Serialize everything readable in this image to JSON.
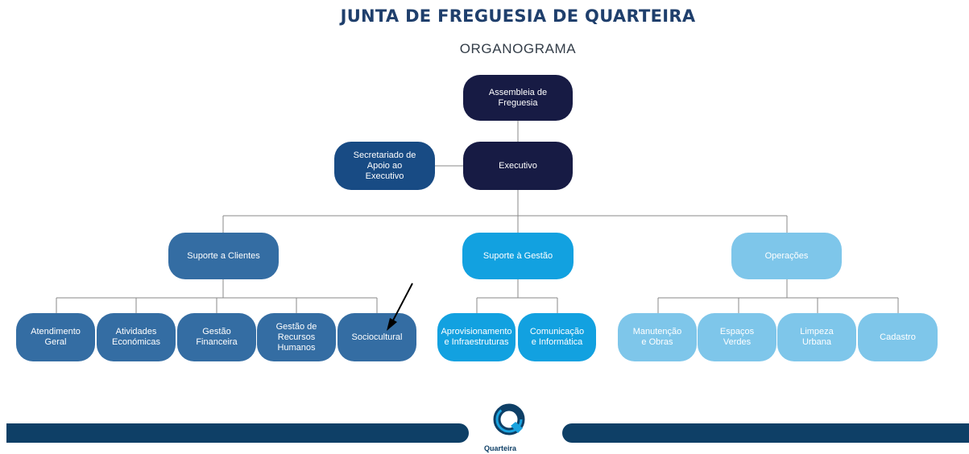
{
  "header": {
    "title": "JUNTA DE FREGUESIA DE QUARTEIRA",
    "subtitle": "ORGANOGRAMA"
  },
  "colors": {
    "navy": "#171b44",
    "blue": "#184b84",
    "steel": "#346da3",
    "cyan": "#12a1e0",
    "light": "#7ec6ea",
    "footer": "#0e3f66",
    "connector": "#8a8a8a"
  },
  "org": {
    "assembleia": "Assembleia de\nFreguesia",
    "executivo": "Executivo",
    "secretariado": "Secretariado de\nApoio ao\nExecutivo",
    "suporte_clientes": {
      "label": "Suporte a Clientes",
      "children": [
        "Atendimento\nGeral",
        "Atividades\nEconómicas",
        "Gestão\nFinanceira",
        "Gestão de\nRecursos\nHumanos",
        "Sociocultural"
      ]
    },
    "suporte_gestao": {
      "label": "Suporte à Gestão",
      "children": [
        "Aprovisionamento\ne Infraestruturas",
        "Comunicação\ne Informática"
      ]
    },
    "operacoes": {
      "label": "Operações",
      "children": [
        "Manutenção\ne Obras",
        "Espaços\nVerdes",
        "Limpeza\nUrbana",
        "Cadastro"
      ]
    }
  },
  "annotation": {
    "arrow_target": "Sociocultural",
    "icon": "arrow-pointer-icon"
  },
  "footer": {
    "logo_icon": "quarteira-q-logo-icon",
    "logo_text": "Quarteira"
  }
}
